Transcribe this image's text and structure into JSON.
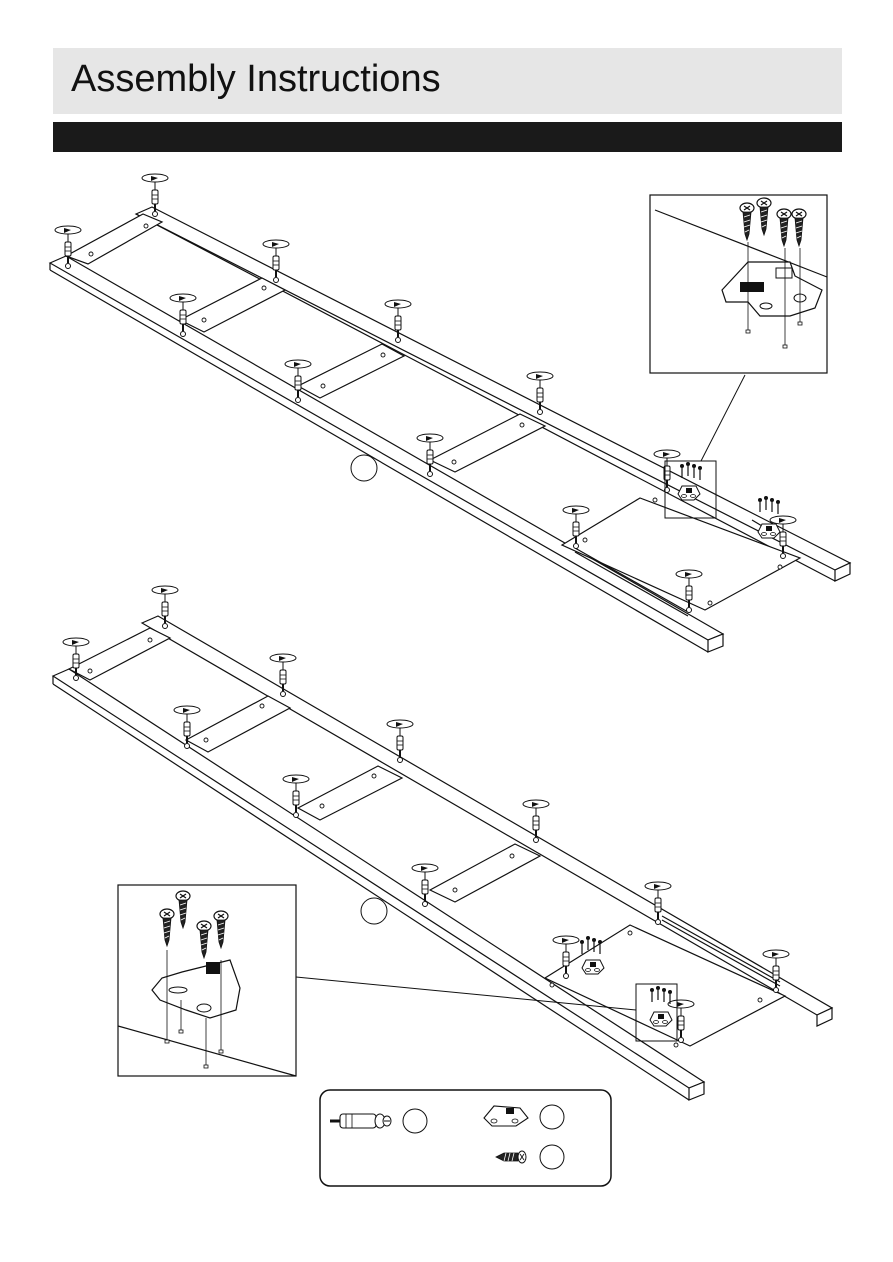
{
  "header": {
    "title": "Assembly Instructions"
  },
  "colors": {
    "title_background": "#e6e6e6",
    "band": "#1a1a1a",
    "line": "#111111"
  },
  "diagrams": [
    {
      "name": "upper-frame-assembly",
      "icons": [
        "cam-bolt-icon",
        "bracket-icon",
        "screw-icon"
      ]
    },
    {
      "name": "lower-frame-assembly",
      "icons": [
        "cam-bolt-icon",
        "bracket-icon",
        "screw-icon"
      ]
    }
  ],
  "parts_legend": {
    "items": [
      {
        "icon": "cam-bolt-icon"
      },
      {
        "icon": "bracket-icon"
      },
      {
        "icon": "screw-icon"
      }
    ]
  }
}
